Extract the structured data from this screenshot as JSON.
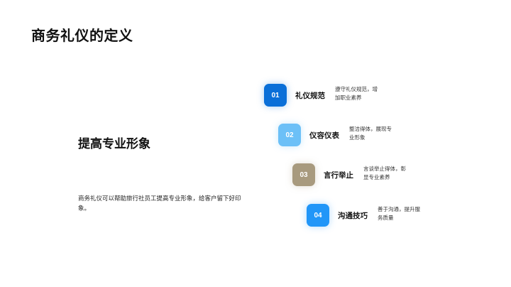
{
  "slide": {
    "title": "商务礼仪的定义",
    "subtitle": "提高专业形象",
    "description": "商务礼仪可以帮助旅行社员工提高专业形象，给客户留下好印象。"
  },
  "items": [
    {
      "number": "01",
      "label": "礼仪规范",
      "text": "遵守礼仪规范，增加职业素养",
      "color": "#0a6fd8",
      "glow": "rgba(10,111,216,0.35)"
    },
    {
      "number": "02",
      "label": "仪容仪表",
      "text": "整洁得体，展现专业形象",
      "color": "#6cc0f7",
      "glow": "rgba(108,192,247,0.35)"
    },
    {
      "number": "03",
      "label": "言行举止",
      "text": "言谈举止得体，彰显专业素养",
      "color": "#a89a7e",
      "glow": "rgba(168,154,126,0.35)"
    },
    {
      "number": "04",
      "label": "沟通技巧",
      "text": "善于沟通，提升服务质量",
      "color": "#2196f8",
      "glow": "rgba(33,150,248,0.35)"
    }
  ]
}
